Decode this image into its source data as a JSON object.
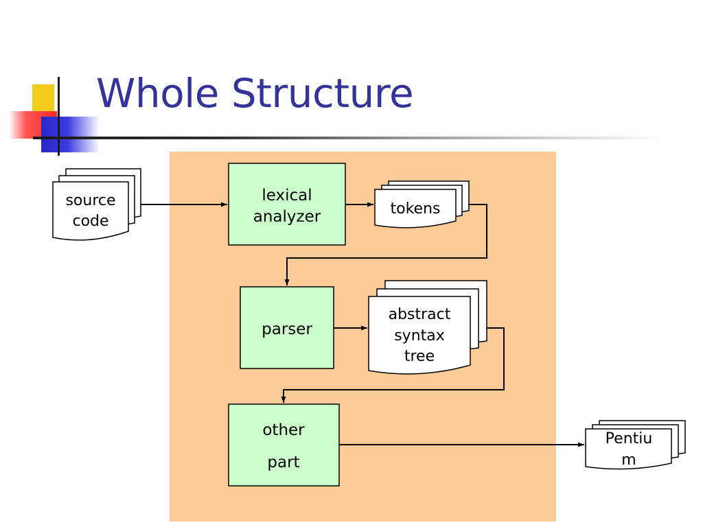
{
  "slide": {
    "title": "Whole Structure"
  },
  "diagram": {
    "processes": {
      "lexical": {
        "lines": [
          "lexical",
          "analyzer"
        ]
      },
      "parser": {
        "lines": [
          "parser"
        ]
      },
      "other": {
        "lines": [
          "other",
          "part"
        ]
      }
    },
    "documents": {
      "source": {
        "lines": [
          "source",
          "code"
        ]
      },
      "tokens": {
        "lines": [
          "tokens"
        ]
      },
      "ast": {
        "lines": [
          "abstract",
          "syntax",
          "tree"
        ]
      },
      "pentium": {
        "lines": [
          "Pentiu",
          "m"
        ]
      }
    },
    "edges": [
      {
        "from": "source code",
        "to": "lexical analyzer"
      },
      {
        "from": "lexical analyzer",
        "to": "tokens"
      },
      {
        "from": "tokens",
        "to": "parser"
      },
      {
        "from": "parser",
        "to": "abstract syntax tree"
      },
      {
        "from": "abstract syntax tree",
        "to": "other part"
      },
      {
        "from": "other part",
        "to": "Pentium"
      }
    ],
    "colors": {
      "process_fill": "#ccffcc",
      "panel_fill": "#fccb98",
      "title": "#333399"
    }
  }
}
